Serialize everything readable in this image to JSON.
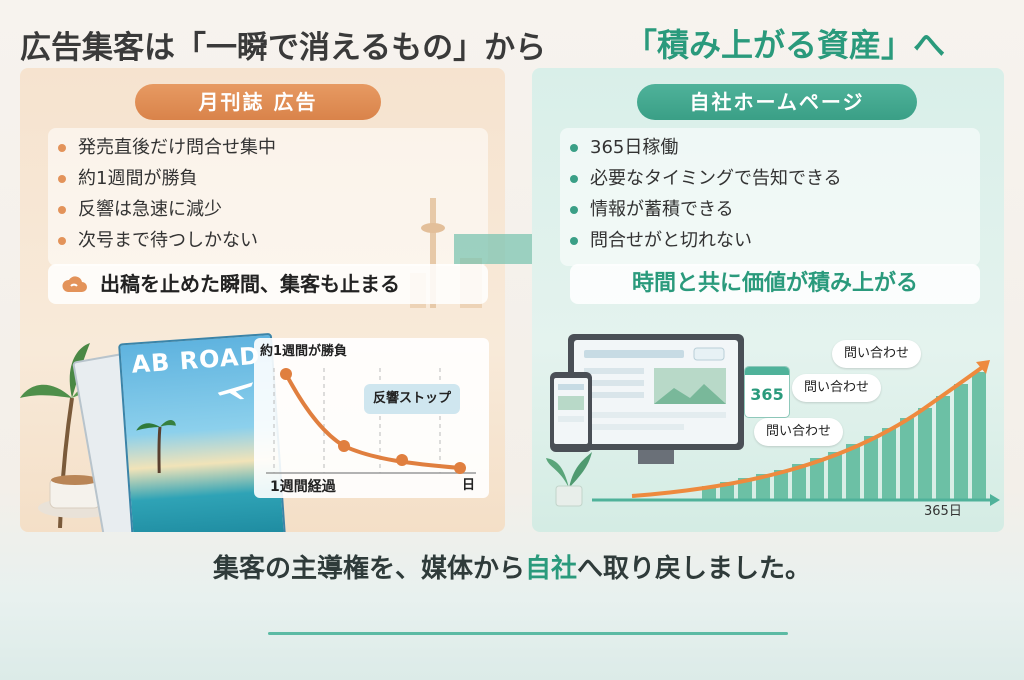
{
  "title": {
    "part1": "広告集客は「一瞬で消えるもの」から",
    "part2": "「積み上がる資産」へ"
  },
  "left": {
    "heading": "月刊誌 広告",
    "items": [
      "発売直後だけ問合せ集中",
      "約1週間が勝負",
      "反響は急速に減少",
      "次号まで待つしかない"
    ],
    "callout": "出稿を止めた瞬間、集客も止まる",
    "magazine_title": "AB ROAD",
    "chart": {
      "top_label": "約1週間が勝負",
      "stop_label": "反響ストップ",
      "bottom_label": "1週間経過",
      "axis_end": "日"
    }
  },
  "right": {
    "heading": "自社ホームページ",
    "items": [
      "365日稼働",
      "必要なタイミングで告知できる",
      "情報が蓄積できる",
      "問合せがと切れない"
    ],
    "callout": "時間と共に価値が積み上がる",
    "calendar_number": "365",
    "bubbles": [
      "問い合わせ",
      "問い合わせ",
      "問い合わせ"
    ],
    "axis_label": "365日"
  },
  "bottom": {
    "msg_a": "集客の主導権を、媒体から",
    "msg_b": "自社",
    "msg_c": "へ取り戻しました。"
  },
  "colors": {
    "orange_accent": "#e3935a",
    "green_accent": "#2a9a7c"
  }
}
